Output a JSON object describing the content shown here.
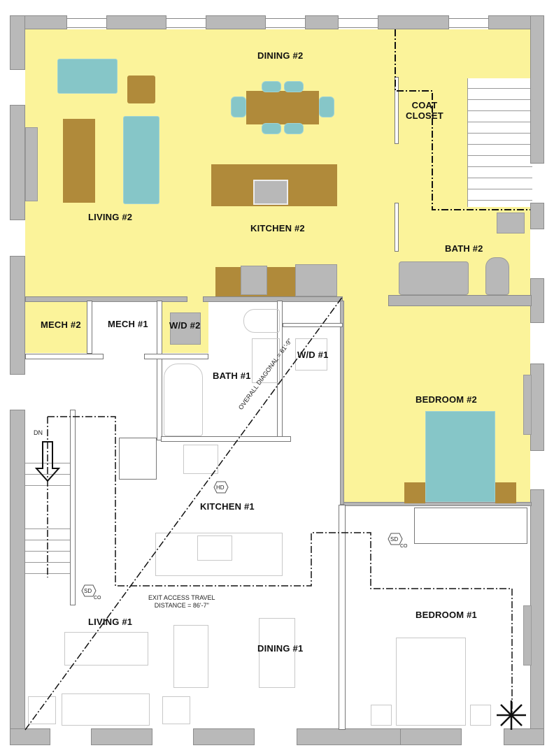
{
  "plan": {
    "colors": {
      "unit2_fill": "#fbf39a",
      "wall": "#b9b9b9",
      "furniture_teal": "#86c6c8",
      "furniture_brown": "#b08a3a",
      "fixture_gray": "#b8b8b8"
    },
    "rooms": {
      "dining2": "DINING #2",
      "living2": "LIVING #2",
      "kitchen2": "KITCHEN #2",
      "coat_closet_line1": "COAT",
      "coat_closet_line2": "CLOSET",
      "bath2": "BATH #2",
      "mech2": "MECH #2",
      "mech1": "MECH #1",
      "wd2": "W/D #2",
      "wd1": "W/D #1",
      "bath1": "BATH #1",
      "bedroom2": "BEDROOM #2",
      "kitchen1": "KITCHEN #1",
      "living1": "LIVING #1",
      "dining1": "DINING #1",
      "bedroom1": "BEDROOM #1"
    },
    "annotations": {
      "diagonal": "OVERALL DIAGONAL = 61'-9\"",
      "exit_line1": "EXIT ACCESS TRAVEL",
      "exit_line2": "DISTANCE = 86'-7\"",
      "stair_dn": "DN",
      "hd_symbol": "HD",
      "sd_symbol": "SD",
      "co_symbol": "CO"
    }
  }
}
